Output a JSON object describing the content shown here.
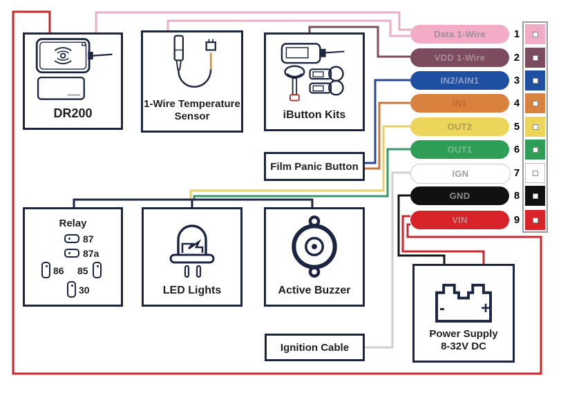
{
  "components": {
    "dr200": {
      "label": "DR200"
    },
    "temp": {
      "label": "1-Wire Temperature Sensor"
    },
    "ibutton": {
      "label": "iButton Kits"
    },
    "panic": {
      "label": "Film Panic Button"
    },
    "relay": {
      "label": "Relay",
      "pin87": "87",
      "pin87a": "87a",
      "pin86": "86",
      "pin85": "85",
      "pin30": "30"
    },
    "led": {
      "label": "LED Lights"
    },
    "buzzer": {
      "label": "Active Buzzer"
    },
    "ignition": {
      "label": "Ignition Cable"
    },
    "power": {
      "label_line1": "Power Supply",
      "label_line2": "8-32V DC",
      "minus": "-",
      "plus": "+"
    }
  },
  "pins": [
    {
      "num": "1",
      "label": "Data 1-Wire",
      "color": "#F2ACC6"
    },
    {
      "num": "2",
      "label": "VDD 1-Wire",
      "color": "#7D4B5E"
    },
    {
      "num": "3",
      "label": "IN2/AIN1",
      "color": "#1E4FA1"
    },
    {
      "num": "4",
      "label": "IN1",
      "color": "#D9813F"
    },
    {
      "num": "5",
      "label": "OUT2",
      "color": "#EDD55C"
    },
    {
      "num": "6",
      "label": "OUT1",
      "color": "#2E9E57"
    },
    {
      "num": "7",
      "label": "IGN",
      "color": "#FFFFFF"
    },
    {
      "num": "8",
      "label": "GND",
      "color": "#111111"
    },
    {
      "num": "9",
      "label": "VIN",
      "color": "#D8232A"
    }
  ],
  "wires": {
    "data_pink": {
      "color": "#E9AFC8"
    },
    "vdd_mauve": {
      "color": "#7D4B5E"
    },
    "in2_blue": {
      "color": "#27488F"
    },
    "in1_orange": {
      "color": "#C9763A"
    },
    "out2_yellow": {
      "color": "#E8CF67"
    },
    "out1_green": {
      "color": "#35996B"
    },
    "bus_navy": {
      "color": "#1B2440"
    },
    "ign_gray": {
      "color": "#CFCFCF"
    },
    "gnd_black": {
      "color": "#141414"
    },
    "vin_red": {
      "color": "#C9252B"
    }
  }
}
